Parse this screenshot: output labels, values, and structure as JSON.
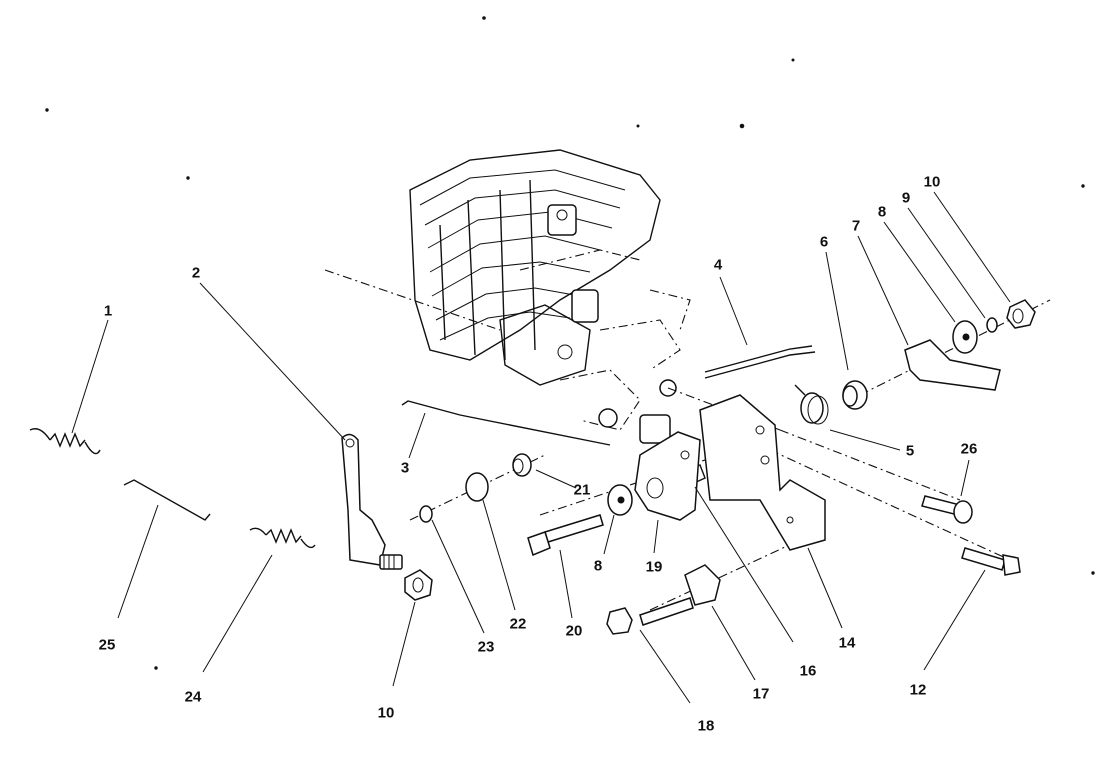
{
  "diagram": {
    "callouts": [
      {
        "id": "c1",
        "text": "1"
      },
      {
        "id": "c2",
        "text": "2"
      },
      {
        "id": "c3",
        "text": "3"
      },
      {
        "id": "c4",
        "text": "4"
      },
      {
        "id": "c5",
        "text": "5"
      },
      {
        "id": "c6",
        "text": "6"
      },
      {
        "id": "c7",
        "text": "7"
      },
      {
        "id": "c8a",
        "text": "8"
      },
      {
        "id": "c9",
        "text": "9"
      },
      {
        "id": "c10a",
        "text": "10"
      },
      {
        "id": "c26",
        "text": "26"
      },
      {
        "id": "c21",
        "text": "21"
      },
      {
        "id": "c22",
        "text": "22"
      },
      {
        "id": "c23",
        "text": "23"
      },
      {
        "id": "c20",
        "text": "20"
      },
      {
        "id": "c8b",
        "text": "8"
      },
      {
        "id": "c19",
        "text": "19"
      },
      {
        "id": "c16",
        "text": "16"
      },
      {
        "id": "c14",
        "text": "14"
      },
      {
        "id": "c12",
        "text": "12"
      },
      {
        "id": "c17",
        "text": "17"
      },
      {
        "id": "c18",
        "text": "18"
      },
      {
        "id": "c10b",
        "text": "10"
      },
      {
        "id": "c24",
        "text": "24"
      },
      {
        "id": "c25",
        "text": "25"
      }
    ]
  }
}
